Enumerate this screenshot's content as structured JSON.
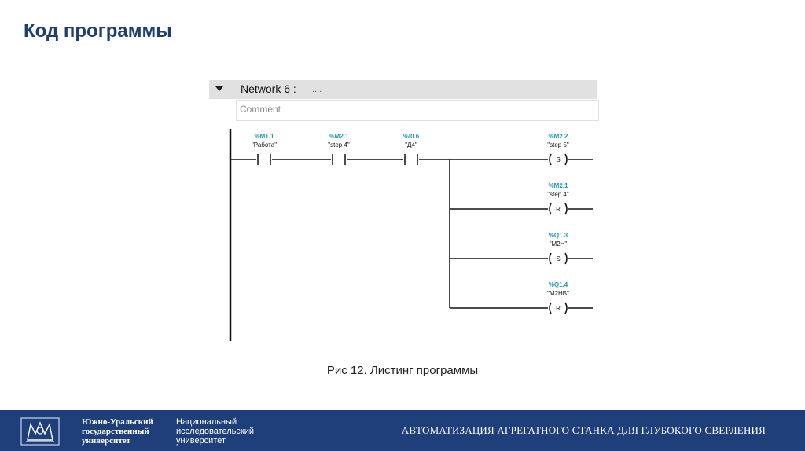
{
  "slide": {
    "title": "Код программы",
    "caption": "Рис 12. Листинг программы"
  },
  "editor": {
    "network_label": "Network 6 :",
    "network_title_placeholder": ".....",
    "comment_placeholder": "Comment",
    "rung": {
      "contacts": [
        {
          "address": "%M1.1",
          "symbol": "\"Работа\""
        },
        {
          "address": "%M2.1",
          "symbol": "\"step 4\""
        },
        {
          "address": "%I0.6",
          "symbol": "\"Д4\""
        }
      ],
      "coils": [
        {
          "address": "%M2.2",
          "symbol": "\"step 5\"",
          "type": "S"
        },
        {
          "address": "%M2.1",
          "symbol": "\"step 4\"",
          "type": "R"
        },
        {
          "address": "%Q1.3",
          "symbol": "\"M2H\"",
          "type": "S"
        },
        {
          "address": "%Q1.4",
          "symbol": "\"M2HБ\"",
          "type": "R"
        }
      ]
    }
  },
  "footer": {
    "university_lines": [
      "Южно-Уральский",
      "государственный",
      "университет"
    ],
    "national_lines": [
      "Национальный",
      "исследовательский",
      "университет"
    ],
    "course_title": "АВТОМАТИЗАЦИЯ АГРЕГАТНОГО СТАНКА ДЛЯ ГЛУБОКОГО СВЕРЛЕНИЯ"
  },
  "colors": {
    "title": "#1f3f73",
    "footer_band": "#1f3f7a",
    "address_teal": "#1e9ab0",
    "network_header": "#e1e1e1"
  }
}
